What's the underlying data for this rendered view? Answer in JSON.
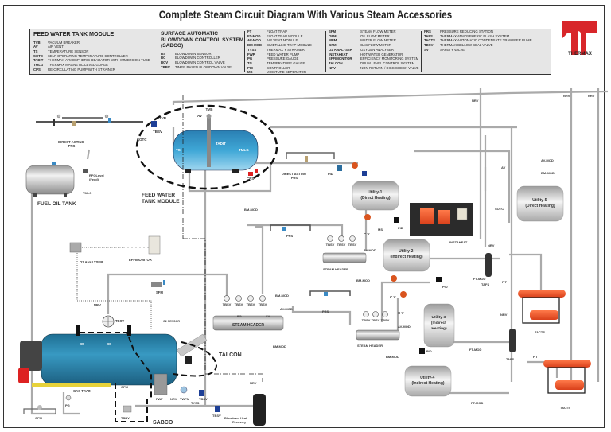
{
  "title": "Complete Steam Circuit Diagram With Various Steam Accessories",
  "brand": {
    "name": "THERMAX",
    "color": "#d8262a"
  },
  "legend": {
    "feed_water": {
      "heading": "FEED WATER TANK MODULE",
      "items": [
        {
          "abbr": "TVB",
          "desc": "VACUUM BREAKER"
        },
        {
          "abbr": "AV",
          "desc": "AIR VENT"
        },
        {
          "abbr": "TS",
          "desc": "TEMPERATURE SENSOR"
        },
        {
          "abbr": "SOTC",
          "desc": "SELF OPERATING TEMPERATURE CONTROLLER"
        },
        {
          "abbr": "TADIT",
          "desc": "THERMAX ATMOSPHERIC DEARATOR WITH IMMERSION TUBE"
        },
        {
          "abbr": "TMLG",
          "desc": "THERMAX MAGNETIC LEVEL GUAGE"
        },
        {
          "abbr": "CPS",
          "desc": "RE-CIRCULATING PUMP WITH STRAINER"
        }
      ]
    },
    "sabco": {
      "heading": "SURFACE AUTOMATIC BLOWDOWN CONTROL SYSTEM (SABCO)",
      "items": [
        {
          "abbr": "BS",
          "desc": "BLOWDOWN SENSOR"
        },
        {
          "abbr": "BC",
          "desc": "BLOWDOWN CONTROLLER"
        },
        {
          "abbr": "BCV",
          "desc": "BLOWDOWN CONTROL VALVE"
        },
        {
          "abbr": "TBBV",
          "desc": "TIMER BASED BLOWDOWN VALVE"
        }
      ]
    },
    "col3": {
      "items": [
        {
          "abbr": "FT",
          "desc": "FLOAT TRAP"
        },
        {
          "abbr": "FT-MOD",
          "desc": "FLOAT TRAP MODULE"
        },
        {
          "abbr": "AV-MOD",
          "desc": "AIR VENT MODULE"
        },
        {
          "abbr": "BM-MOD",
          "desc": "BIMETALLIC TRAP MODULE"
        },
        {
          "abbr": "TYSS",
          "desc": "THERMAX Y STRAINER"
        },
        {
          "abbr": "FWP",
          "desc": "FEED WATER PUMP"
        },
        {
          "abbr": "PG",
          "desc": "PRESSURE GAUGE"
        },
        {
          "abbr": "TG",
          "desc": "TEMPERATURE GAUGE"
        },
        {
          "abbr": "PID",
          "desc": "CONTROLLER"
        },
        {
          "abbr": "MS",
          "desc": "MOISTURE SEPERATOR"
        }
      ]
    },
    "col4": {
      "items": [
        {
          "abbr": "SFM",
          "desc": "STEAM FLOW METER"
        },
        {
          "abbr": "OFM",
          "desc": "OIL FLOW METER"
        },
        {
          "abbr": "WFM",
          "desc": "WATER FLOW METER"
        },
        {
          "abbr": "GFM",
          "desc": "GAS FLOW METER"
        },
        {
          "abbr": "O2 ANALYSER",
          "desc": "OXYGEN ANALYSER"
        },
        {
          "abbr": "INSTAHEAT",
          "desc": "HOT WATER GENERATOR"
        },
        {
          "abbr": "EFFIMONITOR",
          "desc": "EFFICIENCY MONITORING SYSTEM"
        },
        {
          "abbr": "TALCON",
          "desc": "DRUM LEVEL CONTROL SYSTEM"
        },
        {
          "abbr": "NRV",
          "desc": "NON-RETURN / DISC CHECK VALVE"
        }
      ]
    },
    "col5": {
      "items": [
        {
          "abbr": "PRS",
          "desc": "PRESSURE REDUCING STATION"
        },
        {
          "abbr": "TAFS",
          "desc": "THERMAX ATMOSPHERIC FLASH SYSTEM"
        },
        {
          "abbr": "TACTS",
          "desc": "THERMAX AUTOMATIC CONDENSATE TRANSFER PUMP"
        },
        {
          "abbr": "TBSV",
          "desc": "THERMAX BELLOW SEAL VALVE"
        },
        {
          "abbr": "SV",
          "desc": "SAFETY VALVE"
        }
      ]
    }
  },
  "diagram": {
    "labels": {
      "fuel_oil_tank": "FUEL OIL TANK",
      "feed_water_module": [
        "FEED WATER",
        "TANK MODULE"
      ],
      "talcon": "TALCON",
      "sabco": "SABCO",
      "direct_acting_prs": [
        "DIRECT ACTING",
        "PRS"
      ],
      "direct_acting_prs2": [
        "DIRECT ACTING",
        "PRS"
      ],
      "rfo_level": [
        "RFOLevel",
        "(Feed)"
      ],
      "tmlg": "TMLG",
      "tadit": "TADIT",
      "tmlg_tank": "TMLG",
      "ts": "TS",
      "cps": "CPS",
      "tvb": "TVB",
      "tvb2": "TVB",
      "av": "AV",
      "tbsv": "TBSV",
      "sotc": "SOTC",
      "sotc2": "SOTC",
      "o2_analyser": "O2 ANALYSER",
      "effimonitor": "EFFIMONITOR",
      "sfm": "SFM",
      "nrv": "NRV",
      "tbsv_main": "TBSV",
      "bs": "BS",
      "bc": "BC",
      "gas_train": "GAS TRAIN",
      "pg": "PG",
      "ofm": "OFM",
      "gfm": "GFM",
      "tbbv": "TBBV",
      "fwp": "FWP",
      "nrv2": "NRV",
      "twfm": "TWFM",
      "tyss": "TYSS",
      "tbsv2": "TBSV",
      "tbsv3": "TBSV",
      "blowdown_heat_recovery": [
        "Blowdown Heat",
        "Recovery"
      ],
      "nrv3": "NRV",
      "steam_header_1": "STEAM HEADER",
      "steam_header_2": "STEAM HEADER",
      "steam_header_3": "STEAM HEADER",
      "tbsv_row": [
        "TBSV",
        "TBSV",
        "TBSV",
        "TBSV"
      ],
      "tbsv_row2": [
        "TBSV",
        "TBSV",
        "TBSV"
      ],
      "tbsv_row3": [
        "TBSV",
        "TBSV",
        "TBSV"
      ],
      "bm_mod": "BM-MOD",
      "av_mod": "AV-MOD",
      "prs": "PRS",
      "prs2": "PRS",
      "prs3": "PRS",
      "pid": "PID",
      "cv": "C V",
      "ms": "MS",
      "sv": "SV",
      "utility_1": [
        "Utility-1",
        "(Direct Heating)"
      ],
      "utility_2": [
        "Utility-2",
        "(Indirect Heating)"
      ],
      "utility_3": [
        "Utility-3",
        "(Indirect",
        "Heating)"
      ],
      "utility_4": [
        "Utility-4",
        "(Indirect Heating)"
      ],
      "utility_5": [
        "Utility-5",
        "(Direct Heating)"
      ],
      "instaheat": "INSTAHEAT",
      "ft_mod": "FT-MOD",
      "ft": "F T",
      "tafs": "TAFS",
      "tacts": "TACTS",
      "nrv_top": "NRV",
      "o2_sensor": "O2 SENSOR"
    }
  }
}
